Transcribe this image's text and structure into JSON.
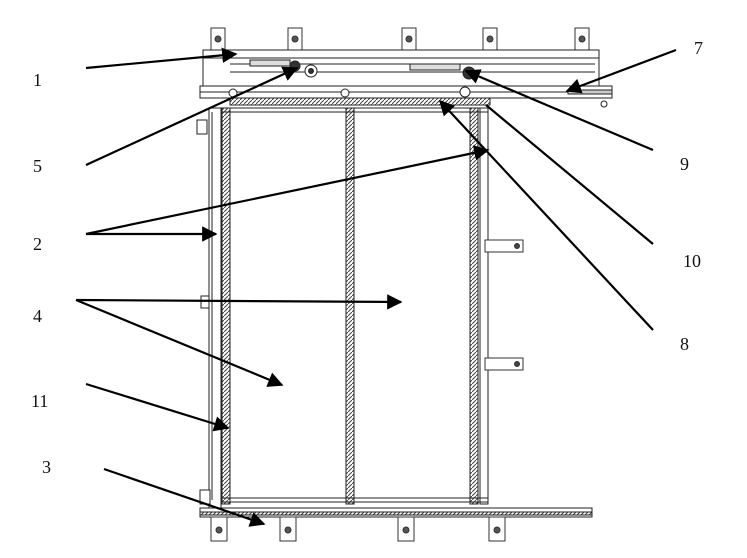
{
  "figure": {
    "callouts": [
      "1",
      "2",
      "3",
      "4",
      "5",
      "7",
      "8",
      "9",
      "10",
      "11"
    ]
  }
}
